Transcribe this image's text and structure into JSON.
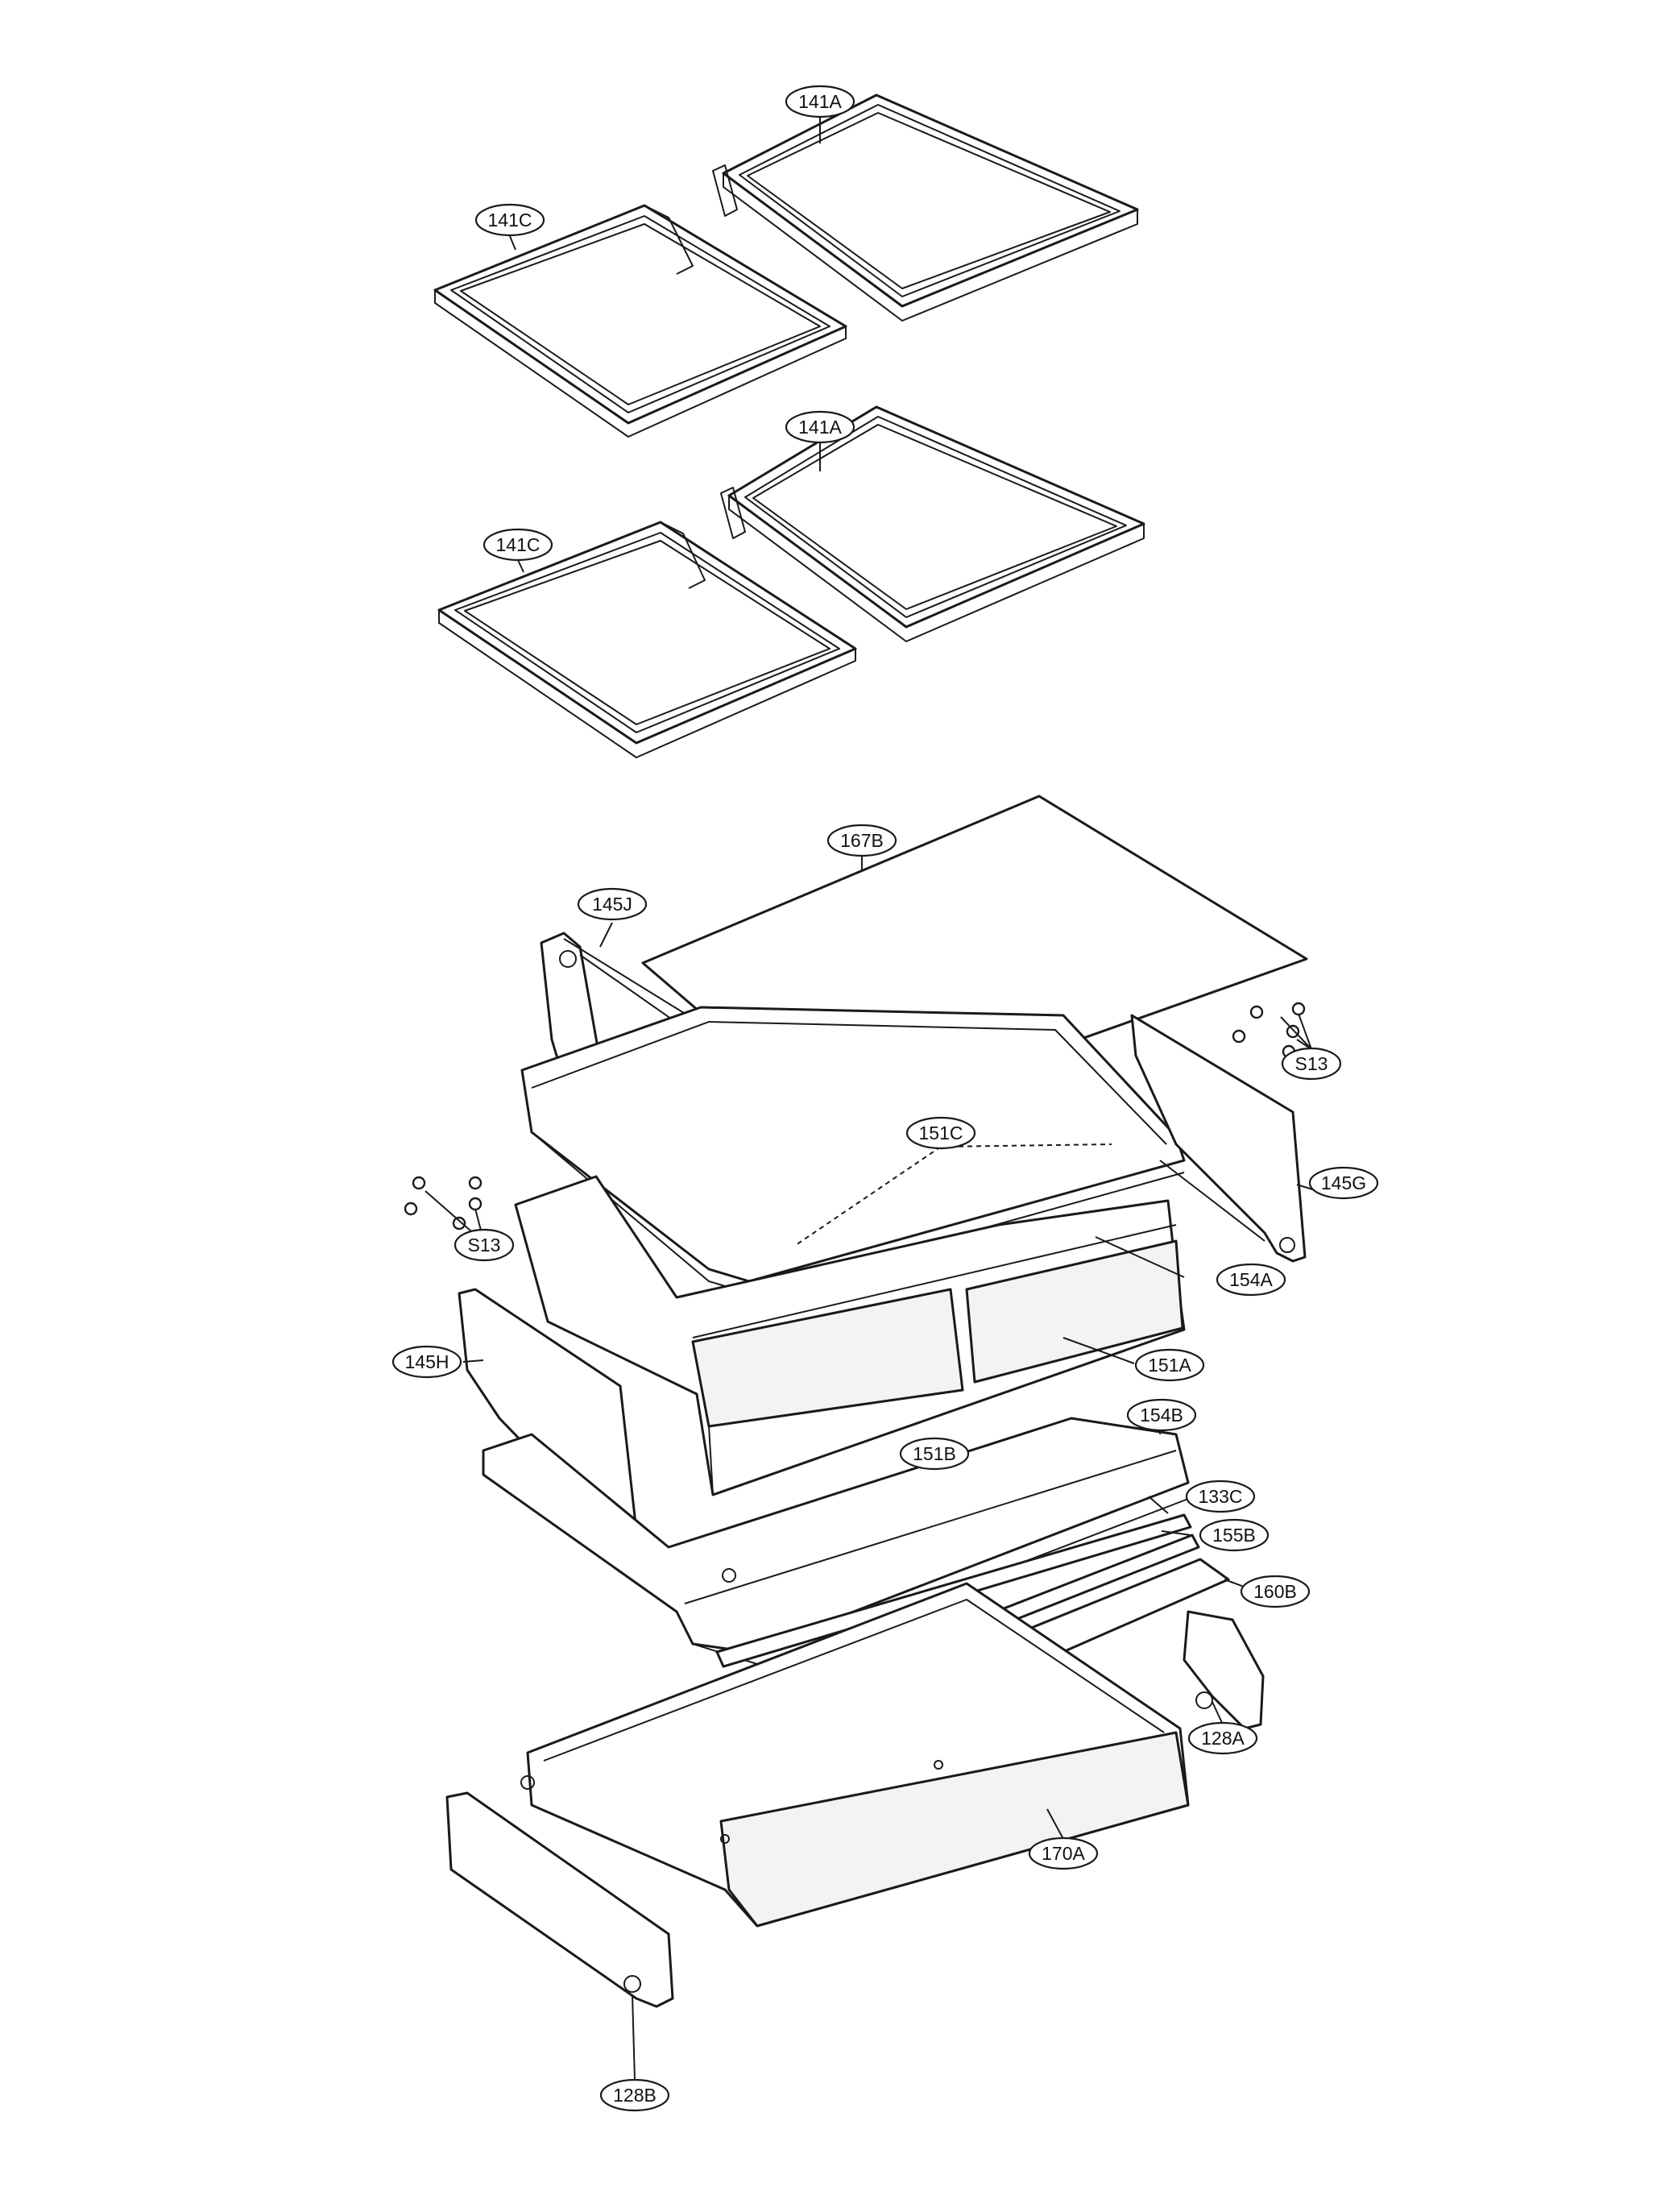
{
  "callouts": [
    {
      "id": "c-141a-top",
      "label": "141A"
    },
    {
      "id": "c-141c-top",
      "label": "141C"
    },
    {
      "id": "c-141a-mid",
      "label": "141A"
    },
    {
      "id": "c-141c-mid",
      "label": "141C"
    },
    {
      "id": "c-167b",
      "label": "167B"
    },
    {
      "id": "c-145j",
      "label": "145J"
    },
    {
      "id": "c-s13-right",
      "label": "S13"
    },
    {
      "id": "c-151c",
      "label": "151C"
    },
    {
      "id": "c-145g",
      "label": "145G"
    },
    {
      "id": "c-s13-left",
      "label": "S13"
    },
    {
      "id": "c-154a",
      "label": "154A"
    },
    {
      "id": "c-145h",
      "label": "145H"
    },
    {
      "id": "c-151a",
      "label": "151A"
    },
    {
      "id": "c-154b",
      "label": "154B"
    },
    {
      "id": "c-151b",
      "label": "151B"
    },
    {
      "id": "c-133c",
      "label": "133C"
    },
    {
      "id": "c-155b",
      "label": "155B"
    },
    {
      "id": "c-160b",
      "label": "160B"
    },
    {
      "id": "c-128a",
      "label": "128A"
    },
    {
      "id": "c-170a",
      "label": "170A"
    },
    {
      "id": "c-128b",
      "label": "128B"
    }
  ]
}
